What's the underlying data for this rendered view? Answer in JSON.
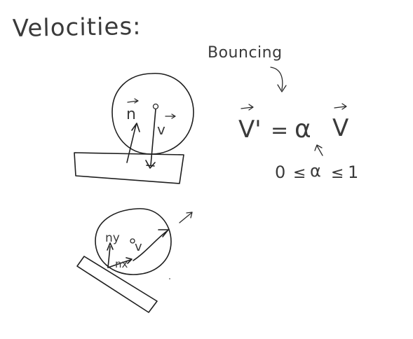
{
  "heading": "Velocities:",
  "bouncing": {
    "label": "Bouncing",
    "equation_lhs": "V'",
    "equation_eq": "=",
    "equation_alpha": "α",
    "equation_rhs": "V",
    "constraint_left": "0",
    "constraint_leq1": "≤",
    "constraint_alpha": "α",
    "constraint_leq2": "≤",
    "constraint_right": "1"
  },
  "flat_diagram": {
    "normal_label": "n",
    "velocity_label": "v"
  },
  "tilted_diagram": {
    "ny_label": "ny",
    "nx_label": "nx",
    "velocity_label": "v"
  }
}
